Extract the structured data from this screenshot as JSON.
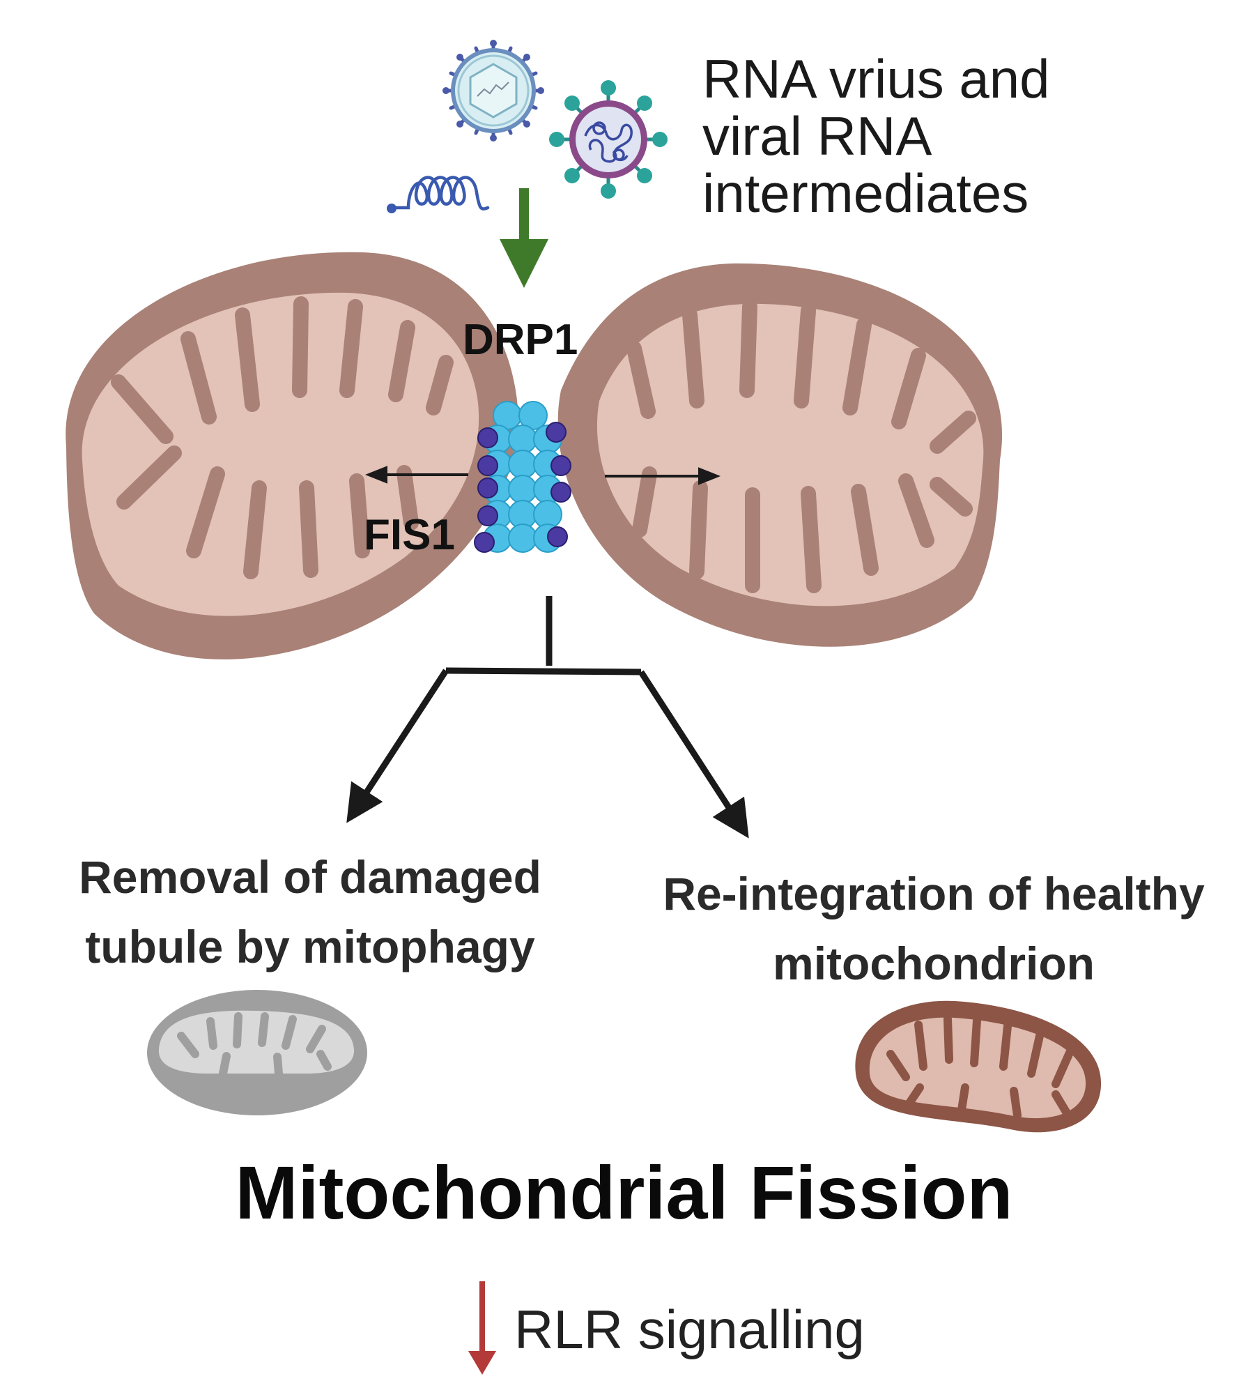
{
  "virus_label": {
    "line1": "RNA vrius and",
    "line2": "viral RNA",
    "line3": "intermediates"
  },
  "proteins": {
    "drp1": "DRP1",
    "fis1": "FIS1"
  },
  "outcomes": {
    "left": {
      "line1": "Removal of damaged",
      "line2": "tubule by mitophagy"
    },
    "right": {
      "line1": "Re-integration of healthy",
      "line2": "mitochondrion"
    }
  },
  "title": "Mitochondrial Fission",
  "result": {
    "label": "RLR signalling"
  },
  "colors": {
    "mito_outer": "#a98176",
    "mito_inner": "#e3c2b7",
    "mito_small_outer": "#8c5546",
    "mito_small_inner": "#dfbaae",
    "damaged_outer": "#9f9f9f",
    "damaged_inner": "#d9d9d9",
    "drp1": "#4cbfe6",
    "fis1": "#4a3aa1",
    "arrow_green": "#3f7a2a",
    "arrow_red": "#b43a3a",
    "arrow_dark": "#1a1a1a"
  }
}
